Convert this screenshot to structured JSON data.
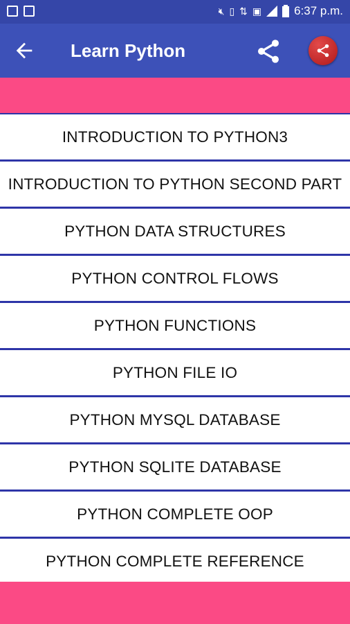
{
  "statusbar": {
    "time": "6:37 p.m.",
    "left_icons": [
      "gallery-icon",
      "notification-icon"
    ],
    "right_icons": [
      "mute-icon",
      "vibrate-icon",
      "data-icon",
      "sim-icon",
      "signal-icon",
      "battery-icon"
    ]
  },
  "appbar": {
    "title": "Learn Python",
    "back_icon": "arrow-back-icon",
    "share_icon": "share-icon",
    "fab_icon": "share-fab-icon",
    "color": "#3d51b8"
  },
  "colors": {
    "accent_pink": "#fb4a85",
    "divider_blue": "#2e35a8"
  },
  "menu": {
    "items": [
      {
        "label": "INTRODUCTION TO PYTHON3"
      },
      {
        "label": "INTRODUCTION TO PYTHON SECOND PART"
      },
      {
        "label": "PYTHON DATA STRUCTURES"
      },
      {
        "label": "PYTHON CONTROL FLOWS"
      },
      {
        "label": "PYTHON FUNCTIONS"
      },
      {
        "label": "PYTHON FILE IO"
      },
      {
        "label": "PYTHON MYSQL DATABASE"
      },
      {
        "label": "PYTHON SQLITE DATABASE"
      },
      {
        "label": "PYTHON COMPLETE OOP"
      },
      {
        "label": "PYTHON COMPLETE REFERENCE"
      }
    ]
  }
}
